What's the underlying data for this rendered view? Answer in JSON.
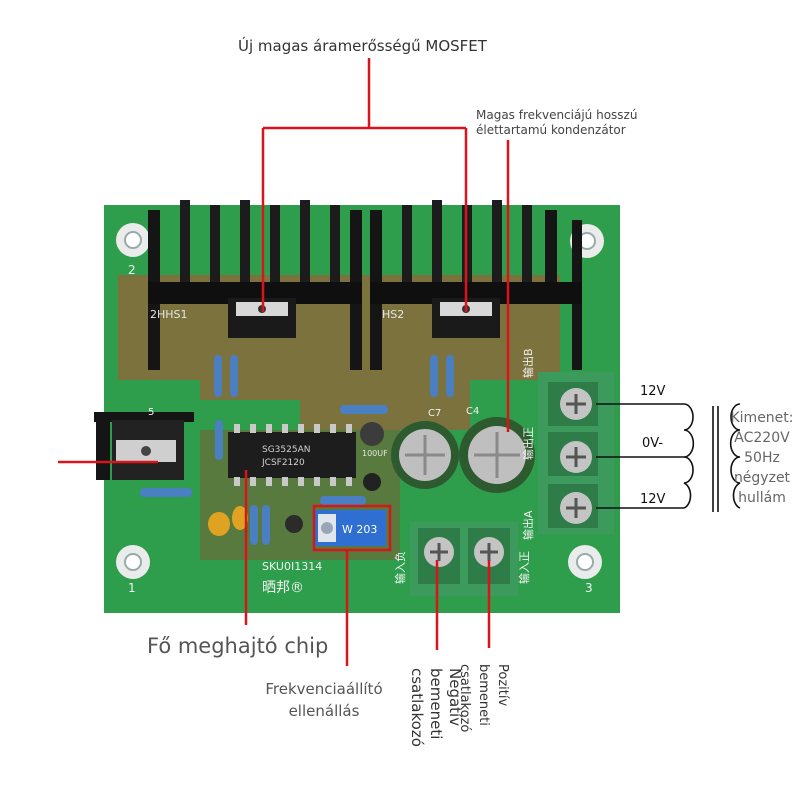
{
  "labels": {
    "mosfet": "Új magas áramerősségű MOSFET",
    "capacitor": "Magas frekvenciájú hosszú élettartamú kondenzátor",
    "driver_chip": "Fő meghajtó chip",
    "freq_resistor_line1": "Frekvenciaállító",
    "freq_resistor_line2": "ellenállás",
    "positive_input_line1": "Pozitív",
    "positive_input_line2": "bemeneti",
    "positive_input_line3": "csatlakozó",
    "negative_input_line1": "Negatív",
    "negative_input_line2": "bemeneti",
    "negative_input_line3": "csatlakozó",
    "output_line1": "Kimenet:",
    "output_line2": "AC220V",
    "output_line3": "50Hz",
    "output_line4": "négyzet",
    "output_line5": "hullám"
  },
  "terminals": {
    "top": "12V",
    "middle": "0V-",
    "bottom": "12V"
  },
  "board": {
    "hs1": "2HHS1",
    "hs2": "HS2",
    "c7": "C7",
    "c4": "C4",
    "chip_marking_1": "SG3525AN",
    "chip_marking_2": "JCSF2120",
    "trimmer": "W 203",
    "board_id": "SKU0I1314",
    "brand": "晒邦®",
    "cap_value": "100UF",
    "output_b": "输出B",
    "output_pos": "输出正",
    "output_a": "输出A",
    "input_neg": "输入负",
    "input_pos": "输入正",
    "hole_1": "1",
    "hole_2": "2",
    "hole_3": "3",
    "pin_5": "5"
  },
  "colors": {
    "pointer": "#d9141a",
    "pcb": "#2f9e4c",
    "copper": "#8a6a3c",
    "heatsink": "#151515",
    "terminal": "#3c9a5c"
  }
}
